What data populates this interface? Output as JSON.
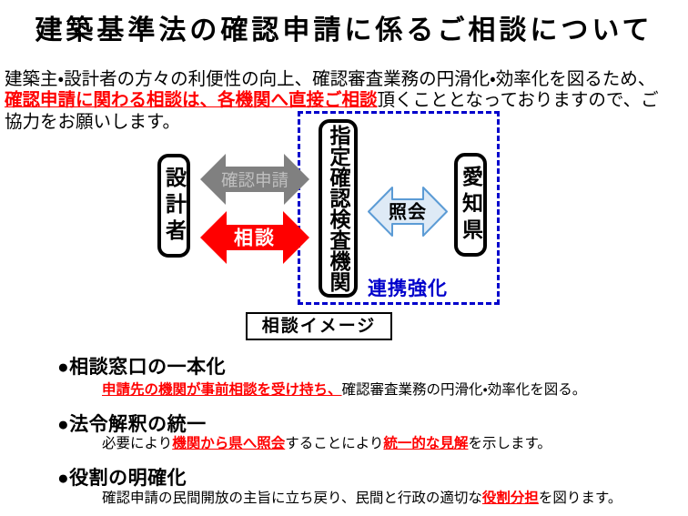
{
  "page": {
    "title": "建築基準法の確認申請に係るご相談について"
  },
  "intro": {
    "segments": [
      {
        "text": "建築主・設計者の方々の利便性の向上、確認審査業務の円滑化・効率化を図るため、",
        "em": false,
        "br": true
      },
      {
        "text": "確認申請に関わる相談は、各機関へ直接ご相談",
        "em": true,
        "br": false
      },
      {
        "text": "頂くこととなっておりますので、ご",
        "em": false,
        "br": true
      },
      {
        "text": "協力をお願いします。",
        "em": false,
        "br": false
      }
    ]
  },
  "diagram": {
    "designer": "設計者",
    "agency": "指定確認検査機関",
    "prefecture": "愛知県",
    "labels": {
      "application": "確認申請",
      "consultation": "相談",
      "inquiry": "照会",
      "cooperation": "連携強化",
      "caption": "相談イメージ"
    },
    "colors": {
      "red": "#FF0000",
      "blue": "#0000CC",
      "gray": "#808080",
      "gray_label": "#BFBFBF",
      "inquiry_fill": "#DEEAF6",
      "inquiry_stroke": "#5B9BD5"
    }
  },
  "points": [
    {
      "heading": "●相談窓口の一本化",
      "segments": [
        {
          "text": "申請先の機関が事前相談を受け持ち、",
          "em": true
        },
        {
          "text": "確認審査業務の円滑化・効率化を図る。",
          "em": false
        }
      ]
    },
    {
      "heading": "●法令解釈の統一",
      "segments": [
        {
          "text": "必要により",
          "em": false
        },
        {
          "text": "機関から県へ照会",
          "em": true
        },
        {
          "text": "することにより",
          "em": false
        },
        {
          "text": "統一的な見解",
          "em": true
        },
        {
          "text": "を示します。",
          "em": false
        }
      ]
    },
    {
      "heading": "●役割の明確化",
      "segments": [
        {
          "text": "確認申請の民間開放の主旨に立ち戻り、民間と行政の適切な",
          "em": false
        },
        {
          "text": "役割分担",
          "em": true
        },
        {
          "text": "を図ります。",
          "em": false
        }
      ]
    }
  ]
}
